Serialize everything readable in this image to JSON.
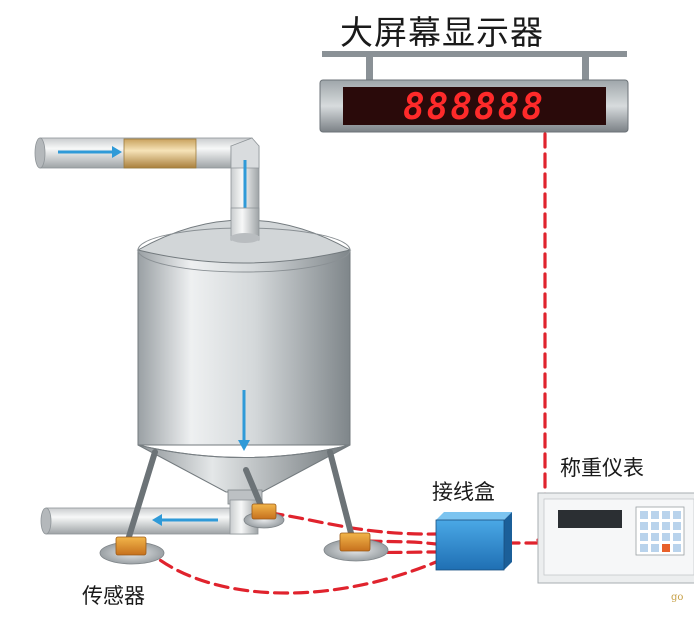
{
  "title": "大屏幕显示器",
  "display_readout": "888888",
  "labels": {
    "junction_box": "接线盒",
    "indicator": "称重仪表",
    "sensor": "传感器"
  },
  "watermark": "go",
  "colors": {
    "led": "#ff2a2a",
    "signal_line": "#e0232d",
    "flow_arrow": "#2f9ad8",
    "junction_box": "#2a7fc4",
    "load_cell": "#e0902a",
    "key_orange": "#e8602a"
  }
}
